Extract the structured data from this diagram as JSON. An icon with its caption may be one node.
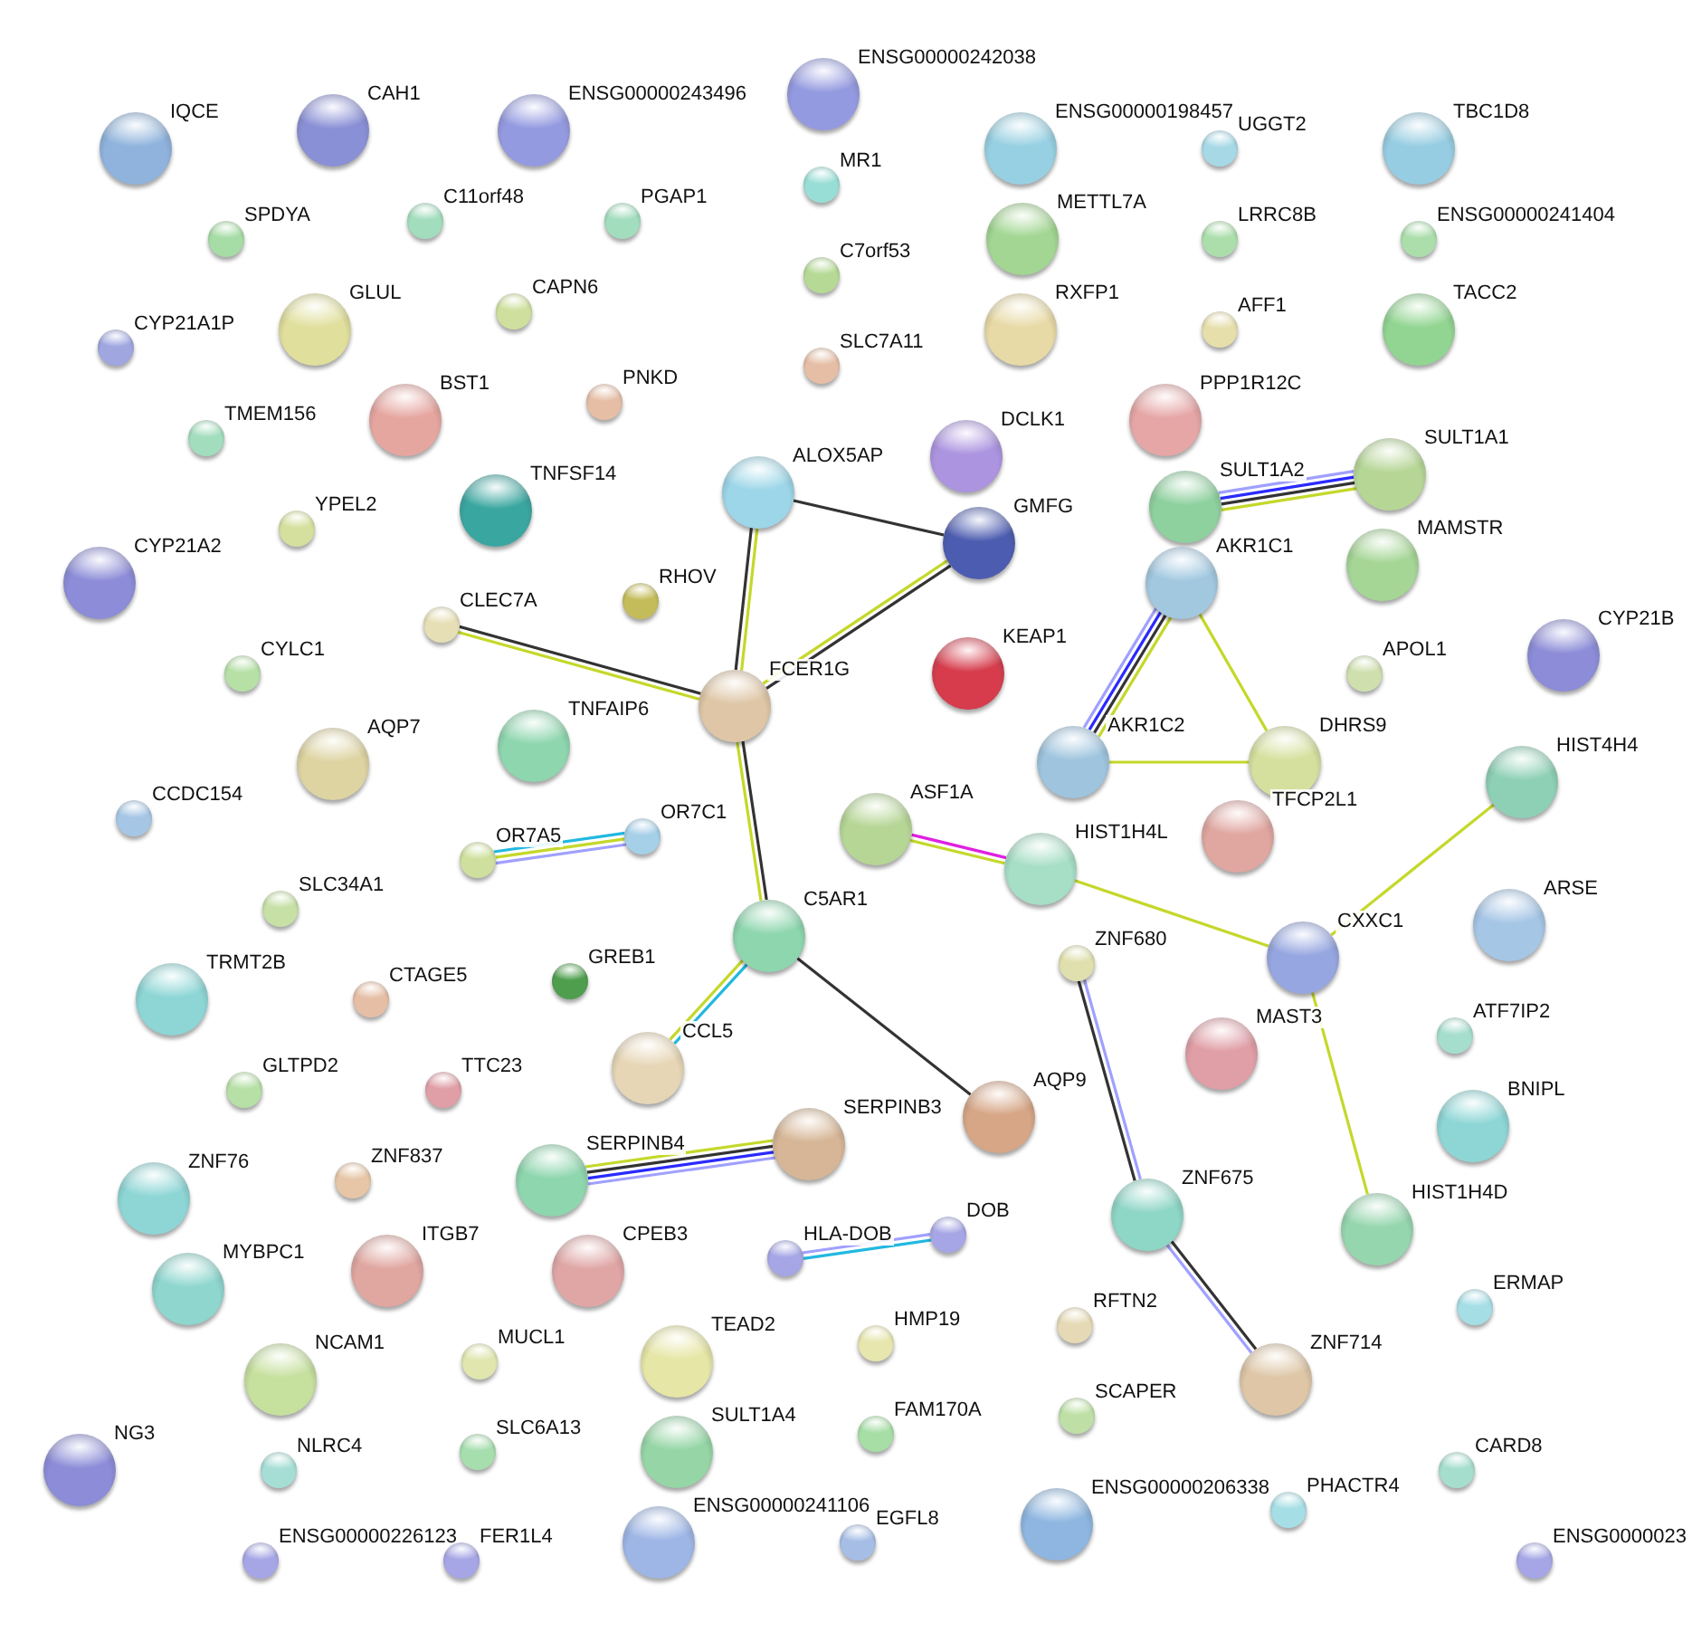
{
  "diagram": {
    "nodes": [
      {
        "text": [
          "IQCE"
        ]
      },
      {
        "text": [
          "CAH1"
        ]
      },
      {
        "text": [
          "ENSG00000243496"
        ]
      },
      {
        "text": [
          "ENSG00000242038"
        ]
      },
      {
        "text": [
          "MR1"
        ]
      },
      {
        "text": [
          "ENSG00000198457"
        ]
      },
      {
        "text": [
          "UGGT2"
        ]
      },
      {
        "text": [
          "TBC1D8"
        ]
      },
      {
        "text": [
          "SPDYA"
        ]
      },
      {
        "text": [
          "C11orf48"
        ]
      },
      {
        "text": [
          "PGAP1"
        ]
      },
      {
        "text": [
          "C7orf53"
        ]
      },
      {
        "text": [
          "METTL7A"
        ]
      },
      {
        "text": [
          "LRRC8B"
        ]
      },
      {
        "text": [
          "ENSG00000241404"
        ]
      },
      {
        "text": [
          "CYP21A1P"
        ]
      },
      {
        "text": [
          "GLUL"
        ]
      },
      {
        "text": [
          "CAPN6"
        ]
      },
      {
        "text": [
          "SLC7A11"
        ]
      },
      {
        "text": [
          "RXFP1"
        ]
      },
      {
        "text": [
          "AFF1"
        ]
      },
      {
        "text": [
          "TACC2"
        ]
      },
      {
        "text": [
          "TMEM156"
        ]
      },
      {
        "text": [
          "BST1"
        ]
      },
      {
        "text": [
          "PNKD"
        ]
      },
      {
        "text": [
          "PPP1R12C"
        ]
      },
      {
        "text": [
          "DCLK1"
        ]
      },
      {
        "text": [
          "YPEL2"
        ]
      },
      {
        "text": [
          "TNFSF14"
        ]
      },
      {
        "text": [
          "ALOX5AP"
        ]
      },
      {
        "text": [
          "GMFG"
        ]
      },
      {
        "text": [
          "SULT1A2"
        ]
      },
      {
        "text": [
          "SULT1A1"
        ]
      },
      {
        "text": [
          "CYP21A2"
        ]
      },
      {
        "text": [
          "RHOV"
        ]
      },
      {
        "text": [
          "MAMSTR"
        ]
      },
      {
        "text": [
          "CLEC7A"
        ]
      },
      {
        "text": [
          "AKR1C1"
        ]
      },
      {
        "text": [
          "KEAP1"
        ]
      },
      {
        "text": [
          "FCER1G"
        ]
      },
      {
        "text": [
          "CYLC1"
        ]
      },
      {
        "text": [
          "APOL1"
        ]
      },
      {
        "text": [
          "CYP21B"
        ]
      },
      {
        "text": [
          "AQP7"
        ]
      },
      {
        "text": [
          "TNFAIP6"
        ]
      },
      {
        "text": [
          "AKR1C2"
        ]
      },
      {
        "text": [
          "DHRS9"
        ]
      },
      {
        "text": [
          "HIST4H4"
        ]
      },
      {
        "text": [
          "TFCP2L1"
        ]
      },
      {
        "text": [
          "CCDC154"
        ]
      },
      {
        "text": [
          "ASF1A"
        ]
      },
      {
        "text": [
          "OR7C1"
        ]
      },
      {
        "text": [
          "OR7A5"
        ]
      },
      {
        "text": [
          "HIST1H4L"
        ]
      },
      {
        "text": [
          "ARSE"
        ]
      },
      {
        "text": [
          "SLC34A1"
        ]
      },
      {
        "text": [
          "C5AR1"
        ]
      },
      {
        "text": [
          "CXXC1"
        ]
      },
      {
        "text": [
          "ZNF680"
        ]
      },
      {
        "text": [
          "GREB1"
        ]
      },
      {
        "text": [
          "TRMT2B"
        ]
      },
      {
        "text": [
          "CTAGE5"
        ]
      },
      {
        "text": [
          "ATF7IP2"
        ]
      },
      {
        "text": [
          "CCL5"
        ]
      },
      {
        "text": [
          "MAST3"
        ]
      },
      {
        "text": [
          "GLTPD2"
        ]
      },
      {
        "text": [
          "TTC23"
        ]
      },
      {
        "text": [
          "SERPINB3"
        ]
      },
      {
        "text": [
          "AQP9"
        ]
      },
      {
        "text": [
          "BNIPL"
        ]
      },
      {
        "text": [
          "ZNF76"
        ]
      },
      {
        "text": [
          "ZNF837"
        ]
      },
      {
        "text": [
          "SERPINB4"
        ]
      },
      {
        "text": [
          "ZNF675"
        ]
      },
      {
        "text": [
          "HIST1H4D"
        ]
      },
      {
        "text": [
          "HLA-DOB"
        ]
      },
      {
        "text": [
          "DOB"
        ]
      },
      {
        "text": [
          "MYBPC1"
        ]
      },
      {
        "text": [
          "ITGB7"
        ]
      },
      {
        "text": [
          "CPEB3"
        ]
      },
      {
        "text": [
          "ERMAP"
        ]
      },
      {
        "text": [
          "NCAM1"
        ]
      },
      {
        "text": [
          "MUCL1"
        ]
      },
      {
        "text": [
          "TEAD2"
        ]
      },
      {
        "text": [
          "HMP19"
        ]
      },
      {
        "text": [
          "RFTN2"
        ]
      },
      {
        "text": [
          "ZNF714"
        ]
      },
      {
        "text": [
          "NG3"
        ]
      },
      {
        "text": [
          "NLRC4"
        ]
      },
      {
        "text": [
          "SLC6A13"
        ]
      },
      {
        "text": [
          "SULT1A4"
        ]
      },
      {
        "text": [
          "FAM170A"
        ]
      },
      {
        "text": [
          "SCAPER"
        ]
      },
      {
        "text": [
          "CARD8"
        ]
      },
      {
        "text": [
          "ENSG00000226123"
        ]
      },
      {
        "text": [
          "FER1L4"
        ]
      },
      {
        "text": [
          "ENSG00000241106"
        ]
      },
      {
        "text": [
          "EGFL8"
        ]
      },
      {
        "text": [
          "ENSG00000206338"
        ]
      },
      {
        "text": [
          "PHACTR4"
        ]
      },
      {
        "text": [
          "ENSG0000023"
        ]
      }
    ],
    "edges": [
      {
        "from": 29,
        "to": 30,
        "arrow": "none",
        "color": "#333333"
      },
      {
        "from": 29,
        "to": 39,
        "arrow": "none"
      },
      {
        "from": 29,
        "to": 39,
        "arrow": "none",
        "color": "#333333"
      },
      {
        "from": 30,
        "to": 39,
        "arrow": "none",
        "color": "#333333"
      },
      {
        "from": 30,
        "to": 39,
        "arrow": "none"
      },
      {
        "from": 36,
        "to": 39,
        "arrow": "none",
        "color": "#333333"
      },
      {
        "from": 36,
        "to": 39,
        "arrow": "none"
      },
      {
        "from": 39,
        "to": 56,
        "arrow": "none",
        "color": "#333333"
      },
      {
        "from": 39,
        "to": 56,
        "arrow": "none"
      },
      {
        "from": 56,
        "to": 63,
        "arrow": "none",
        "color": "#22b8e0"
      },
      {
        "from": 56,
        "to": 63,
        "arrow": "none"
      },
      {
        "from": 56,
        "to": 68,
        "arrow": "none",
        "color": "#333333"
      },
      {
        "from": 52,
        "to": 51,
        "arrow": "none",
        "color": "#a0a0ff"
      },
      {
        "from": 52,
        "to": 51,
        "arrow": "none"
      },
      {
        "from": 52,
        "to": 51,
        "arrow": "none",
        "color": "#22b8e0"
      },
      {
        "from": 72,
        "to": 67,
        "arrow": "none",
        "color": "#a0a0ff"
      },
      {
        "from": 72,
        "to": 67,
        "arrow": "none",
        "color": "#2a2aff"
      },
      {
        "from": 72,
        "to": 67,
        "arrow": "none",
        "color": "#333333"
      },
      {
        "from": 72,
        "to": 67,
        "arrow": "none"
      },
      {
        "from": 75,
        "to": 76,
        "arrow": "none",
        "color": "#a0a0ff"
      },
      {
        "from": 75,
        "to": 76,
        "arrow": "none",
        "color": "#22b8e0"
      },
      {
        "from": 31,
        "to": 32,
        "arrow": "none",
        "color": "#a0a0ff"
      },
      {
        "from": 31,
        "to": 32,
        "arrow": "none",
        "color": "#2a2aff"
      },
      {
        "from": 31,
        "to": 32,
        "arrow": "none",
        "color": "#333333"
      },
      {
        "from": 31,
        "to": 32,
        "arrow": "none"
      },
      {
        "from": 37,
        "to": 45,
        "arrow": "none"
      },
      {
        "from": 37,
        "to": 45,
        "arrow": "none",
        "color": "#333333"
      },
      {
        "from": 37,
        "to": 45,
        "arrow": "none",
        "color": "#2a2aff"
      },
      {
        "from": 37,
        "to": 45,
        "arrow": "none",
        "color": "#a0a0ff"
      },
      {
        "from": 37,
        "to": 46,
        "arrow": "none"
      },
      {
        "from": 45,
        "to": 46,
        "arrow": "none"
      },
      {
        "from": 50,
        "to": 53,
        "arrow": "none",
        "color": "#e020e0"
      },
      {
        "from": 50,
        "to": 53,
        "arrow": "none"
      },
      {
        "from": 53,
        "to": 57,
        "arrow": "none"
      },
      {
        "from": 57,
        "to": 47,
        "arrow": "none"
      },
      {
        "from": 57,
        "to": 74,
        "arrow": "none"
      },
      {
        "from": 58,
        "to": 73,
        "arrow": "none",
        "color": "#a0a0ff"
      },
      {
        "from": 58,
        "to": 73,
        "arrow": "none",
        "color": "#333333"
      },
      {
        "from": 73,
        "to": 86,
        "arrow": "none",
        "color": "#333333"
      },
      {
        "from": 73,
        "to": 86,
        "arrow": "none",
        "color": "#a0a0ff"
      }
    ]
  }
}
